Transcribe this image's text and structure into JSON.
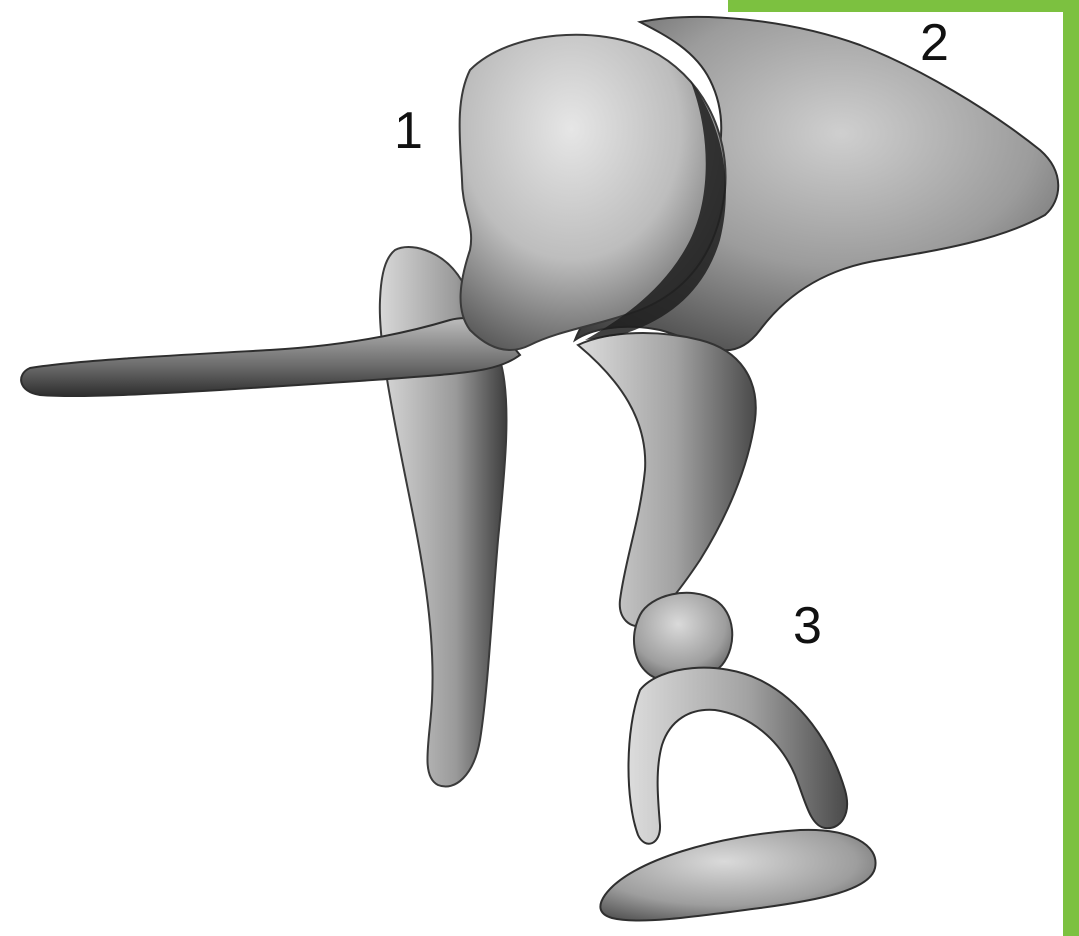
{
  "labels": {
    "one": "1",
    "two": "2",
    "three": "3"
  },
  "colors": {
    "accent_green": "#7CC140",
    "bone_light": "#d4d4d4",
    "bone_mid": "#a8a8a8",
    "bone_dark": "#3a3a3a",
    "background": "#ffffff"
  }
}
